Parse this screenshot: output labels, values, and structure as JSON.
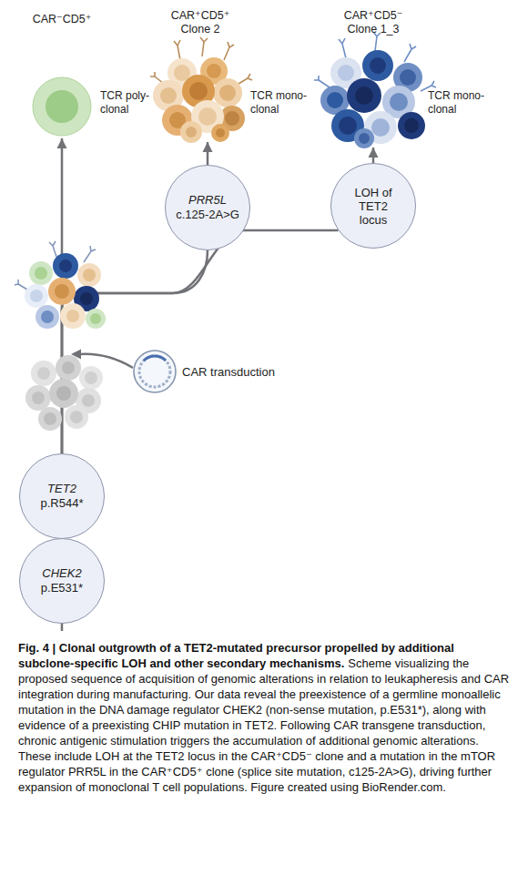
{
  "diagram": {
    "title": "Fig. 4 | Clonal outgrowth of a TET2-mutated precursor propelled by additional subclone-specific LOH and other secondary mechanisms.",
    "caption": "Scheme visualizing the proposed sequence of acquisition of genomic alterations in relation to leukapheresis and CAR integration during manufacturing. Our data reveal the preexistence of a germline monoallelic mutation in the DNA damage regulator CHEK2 (non-sense mutation, p.E531*), along with evidence of a preexisting CHIP mutation in TET2. Following CAR transgene transduction, chronic antigenic stimulation triggers the accumulation of additional genomic alterations. These include LOH at the TET2 locus in the CAR⁺CD5⁻ clone and a mutation in the mTOR regulator PRR5L in the CAR⁺CD5⁺ clone (splice site mutation, c125-2A>G), driving further expansion of monoclonal T cell populations. Figure created using BioRender.com.",
    "nodes": [
      {
        "text": [
          "CAR⁻CD5⁺",
          "TCR poly- clonal"
        ]
      },
      {
        "text": [
          "CAR⁺CD5⁺ Clone 2",
          "TCR mono- clonal"
        ]
      },
      {
        "text": [
          "CAR⁺CD5⁻ Clone 1_3",
          "TCR mono- clonal"
        ]
      },
      {
        "text": [
          "PRR5L",
          "c.125-2A>G"
        ]
      },
      {
        "text": [
          "LOH of TET2 locus"
        ]
      },
      {
        "text": [
          "TET2",
          "p.R544*"
        ]
      },
      {
        "text": [
          "CHEK2",
          "p.E531*"
        ]
      }
    ],
    "edges": [
      {
        "from": 5,
        "to": 0,
        "arrow": "to"
      },
      {
        "from": 5,
        "to": 3,
        "arrow": "none"
      },
      {
        "from": 5,
        "to": 4,
        "arrow": "none"
      },
      {
        "from": 3,
        "to": 1,
        "arrow": "to"
      },
      {
        "from": 4,
        "to": 2,
        "arrow": "to"
      }
    ],
    "labels": [
      "CAR transduction"
    ]
  }
}
